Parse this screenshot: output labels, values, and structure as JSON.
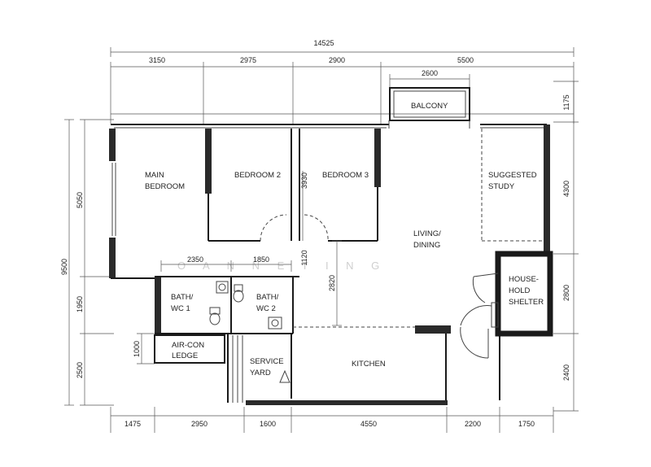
{
  "plan": {
    "watermark": "O A N N E T I N G",
    "top_overall": "14525",
    "top_segments": [
      "3150",
      "2975",
      "2900",
      "5500"
    ],
    "balcony_width": "2600",
    "bottom_segments": [
      "1475",
      "2950",
      "1600",
      "4550",
      "2200",
      "1750"
    ],
    "left_overall": "9500",
    "left_segments": [
      "5050",
      "1950",
      "2500"
    ],
    "left_inner": "1000",
    "right_segments": [
      "1175",
      "4300",
      "2800",
      "2400"
    ],
    "interior": {
      "bath_width_1": "2350",
      "bath_width_2": "1850",
      "corridor": "3930",
      "corridor_small": "1120",
      "living_depth": "2820"
    },
    "rooms": {
      "main_bedroom": [
        "MAIN",
        "BEDROOM"
      ],
      "bedroom2": "BEDROOM 2",
      "bedroom3": "BEDROOM 3",
      "balcony": "BALCONY",
      "study": [
        "SUGGESTED",
        "STUDY"
      ],
      "living": [
        "LIVING/",
        "DINING"
      ],
      "bath1": [
        "BATH/",
        "WC 1"
      ],
      "bath2": [
        "BATH/",
        "WC 2"
      ],
      "shelter": [
        "HOUSE-",
        "HOLD",
        "SHELTER"
      ],
      "aircon": [
        "AIR-CON",
        "LEDGE"
      ],
      "service": [
        "SERVICE",
        "YARD"
      ],
      "kitchen": "KITCHEN"
    }
  }
}
